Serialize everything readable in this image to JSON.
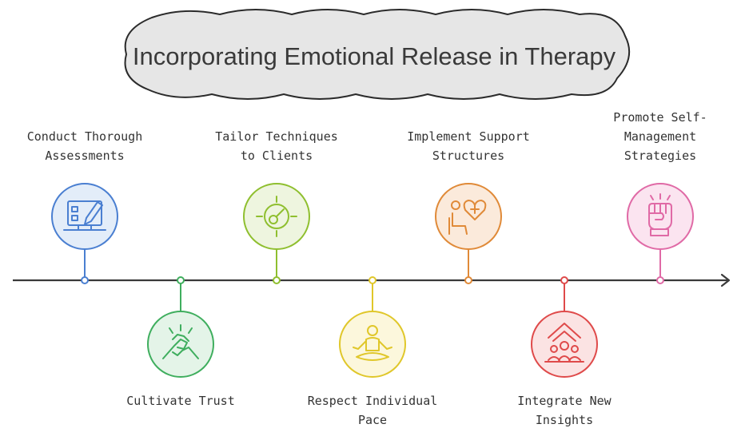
{
  "title": "Incorporating Emotional Release in Therapy",
  "steps": [
    {
      "lines": [
        "Conduct Thorough",
        "Assessments"
      ],
      "icon": "computer-checklist-icon",
      "color": "#4a7fd1",
      "fill": "#e3edf9"
    },
    {
      "lines": [
        "Cultivate Trust"
      ],
      "icon": "handshake-icon",
      "color": "#3fae5e",
      "fill": "#e4f4e8"
    },
    {
      "lines": [
        "Tailor Techniques",
        "to Clients"
      ],
      "icon": "target-icon",
      "color": "#8fbf2f",
      "fill": "#eef5df"
    },
    {
      "lines": [
        "Respect Individual",
        "Pace"
      ],
      "icon": "meditation-icon",
      "color": "#e0c72a",
      "fill": "#fcf7dc"
    },
    {
      "lines": [
        "Implement Support",
        "Structures"
      ],
      "icon": "person-heart-icon",
      "color": "#e08a38",
      "fill": "#fbeadb"
    },
    {
      "lines": [
        "Integrate New",
        "Insights"
      ],
      "icon": "group-growth-icon",
      "color": "#df4a4a",
      "fill": "#fbe3e3"
    },
    {
      "lines": [
        "Promote Self-",
        "Management",
        "Strategies"
      ],
      "icon": "raised-fist-icon",
      "color": "#e06aa6",
      "fill": "#fbe4f0"
    }
  ]
}
